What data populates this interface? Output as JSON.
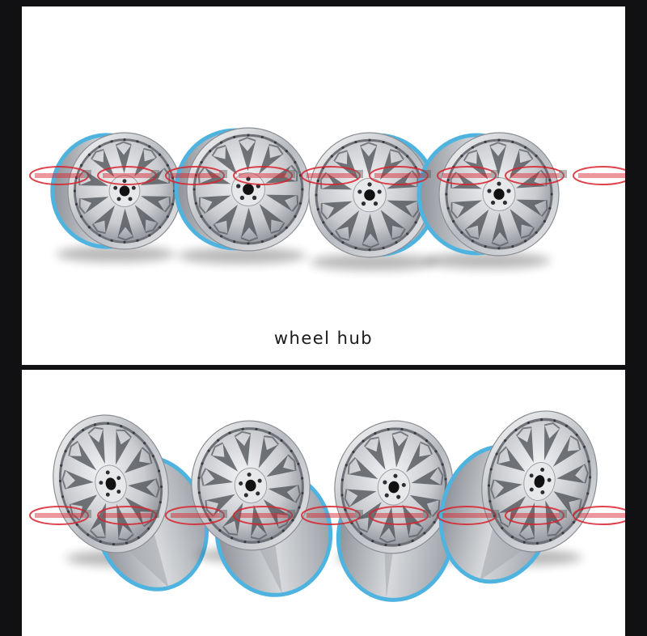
{
  "caption": "wheel hub",
  "colors": {
    "background": "#111114",
    "panel": "#ffffff",
    "rim_accent": "#4fb3e0",
    "watermark": "#d9232e"
  },
  "icons": [
    "wheel-image",
    "brand-watermark"
  ]
}
